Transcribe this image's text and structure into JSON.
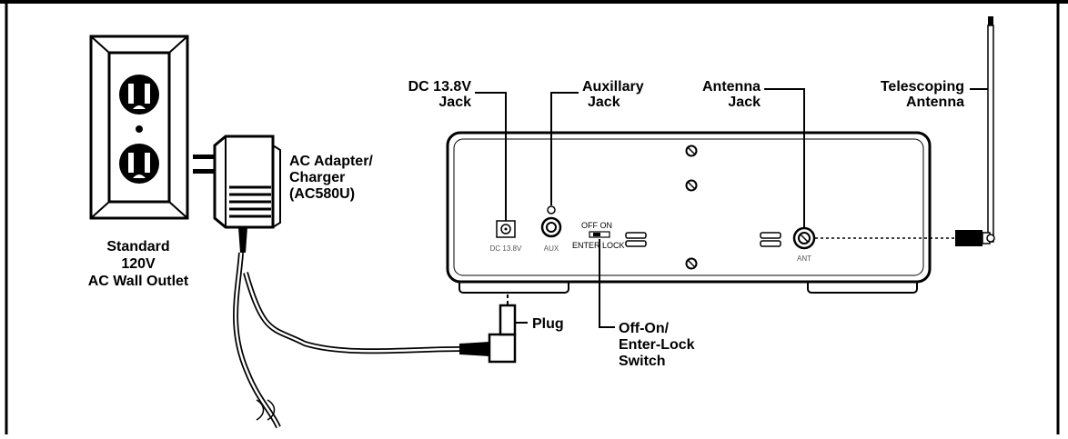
{
  "outlet": {
    "label_lines": [
      "Standard",
      "120V",
      "AC Wall Outlet"
    ]
  },
  "adapter": {
    "label_lines": [
      "AC Adapter/",
      "Charger",
      "(AC580U)"
    ]
  },
  "dc_jack": {
    "label_lines": [
      "DC 13.8V",
      "Jack"
    ],
    "panel_text": "DC 13.8V"
  },
  "aux_jack": {
    "label_lines": [
      "Auxillary",
      "Jack"
    ],
    "panel_text": "AUX"
  },
  "antenna_jack": {
    "label_lines": [
      "Antenna",
      "Jack"
    ],
    "panel_text": "ANT"
  },
  "telescoping_antenna": {
    "label_lines": [
      "Telescoping",
      "Antenna"
    ]
  },
  "switch": {
    "top_text": "OFF  ON",
    "bottom_text": "ENTER LOCK",
    "label_lines": [
      "Off-On/",
      "Enter-Lock",
      "Switch"
    ]
  },
  "plug": {
    "label": "Plug"
  }
}
